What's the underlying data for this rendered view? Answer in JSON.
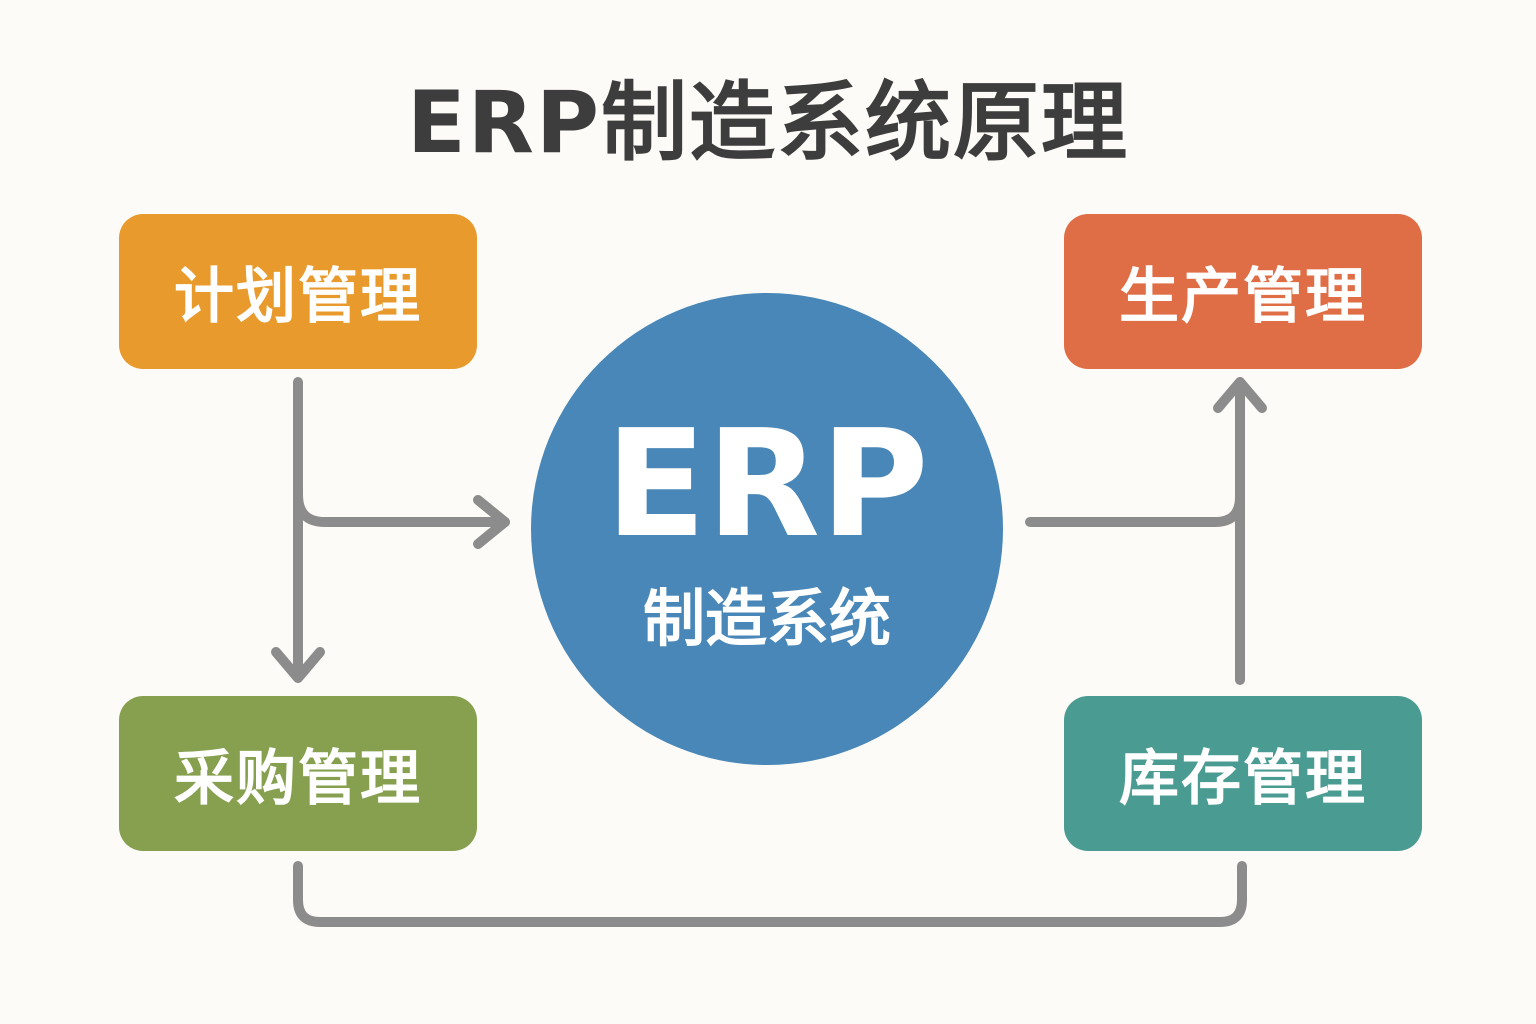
{
  "title": "ERP制造系统原理",
  "center": {
    "main": "ERP",
    "sub": "制造系统"
  },
  "modules": {
    "planning": "计划管理",
    "production": "生产管理",
    "purchasing": "采购管理",
    "inventory": "库存管理"
  },
  "colors": {
    "planning": "#e89a2c",
    "production": "#df6d45",
    "purchasing": "#86a04f",
    "inventory": "#4a9b92",
    "center": "#4887b7",
    "connector": "#8c8c8c"
  }
}
